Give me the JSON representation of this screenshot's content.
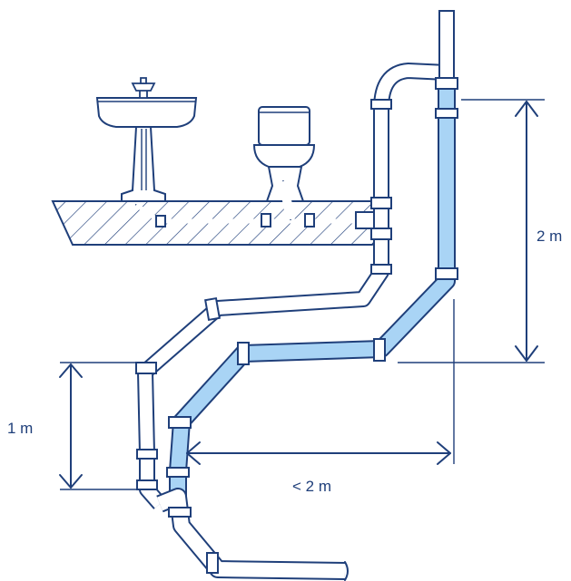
{
  "labels": {
    "height_high": "2 m",
    "height_low": "1 m",
    "horizontal": "< 2 m"
  },
  "colors": {
    "line": "#1f3f7a",
    "pipe_highlight": "#a9d4f5",
    "pipe_plain": "#ffffff"
  }
}
